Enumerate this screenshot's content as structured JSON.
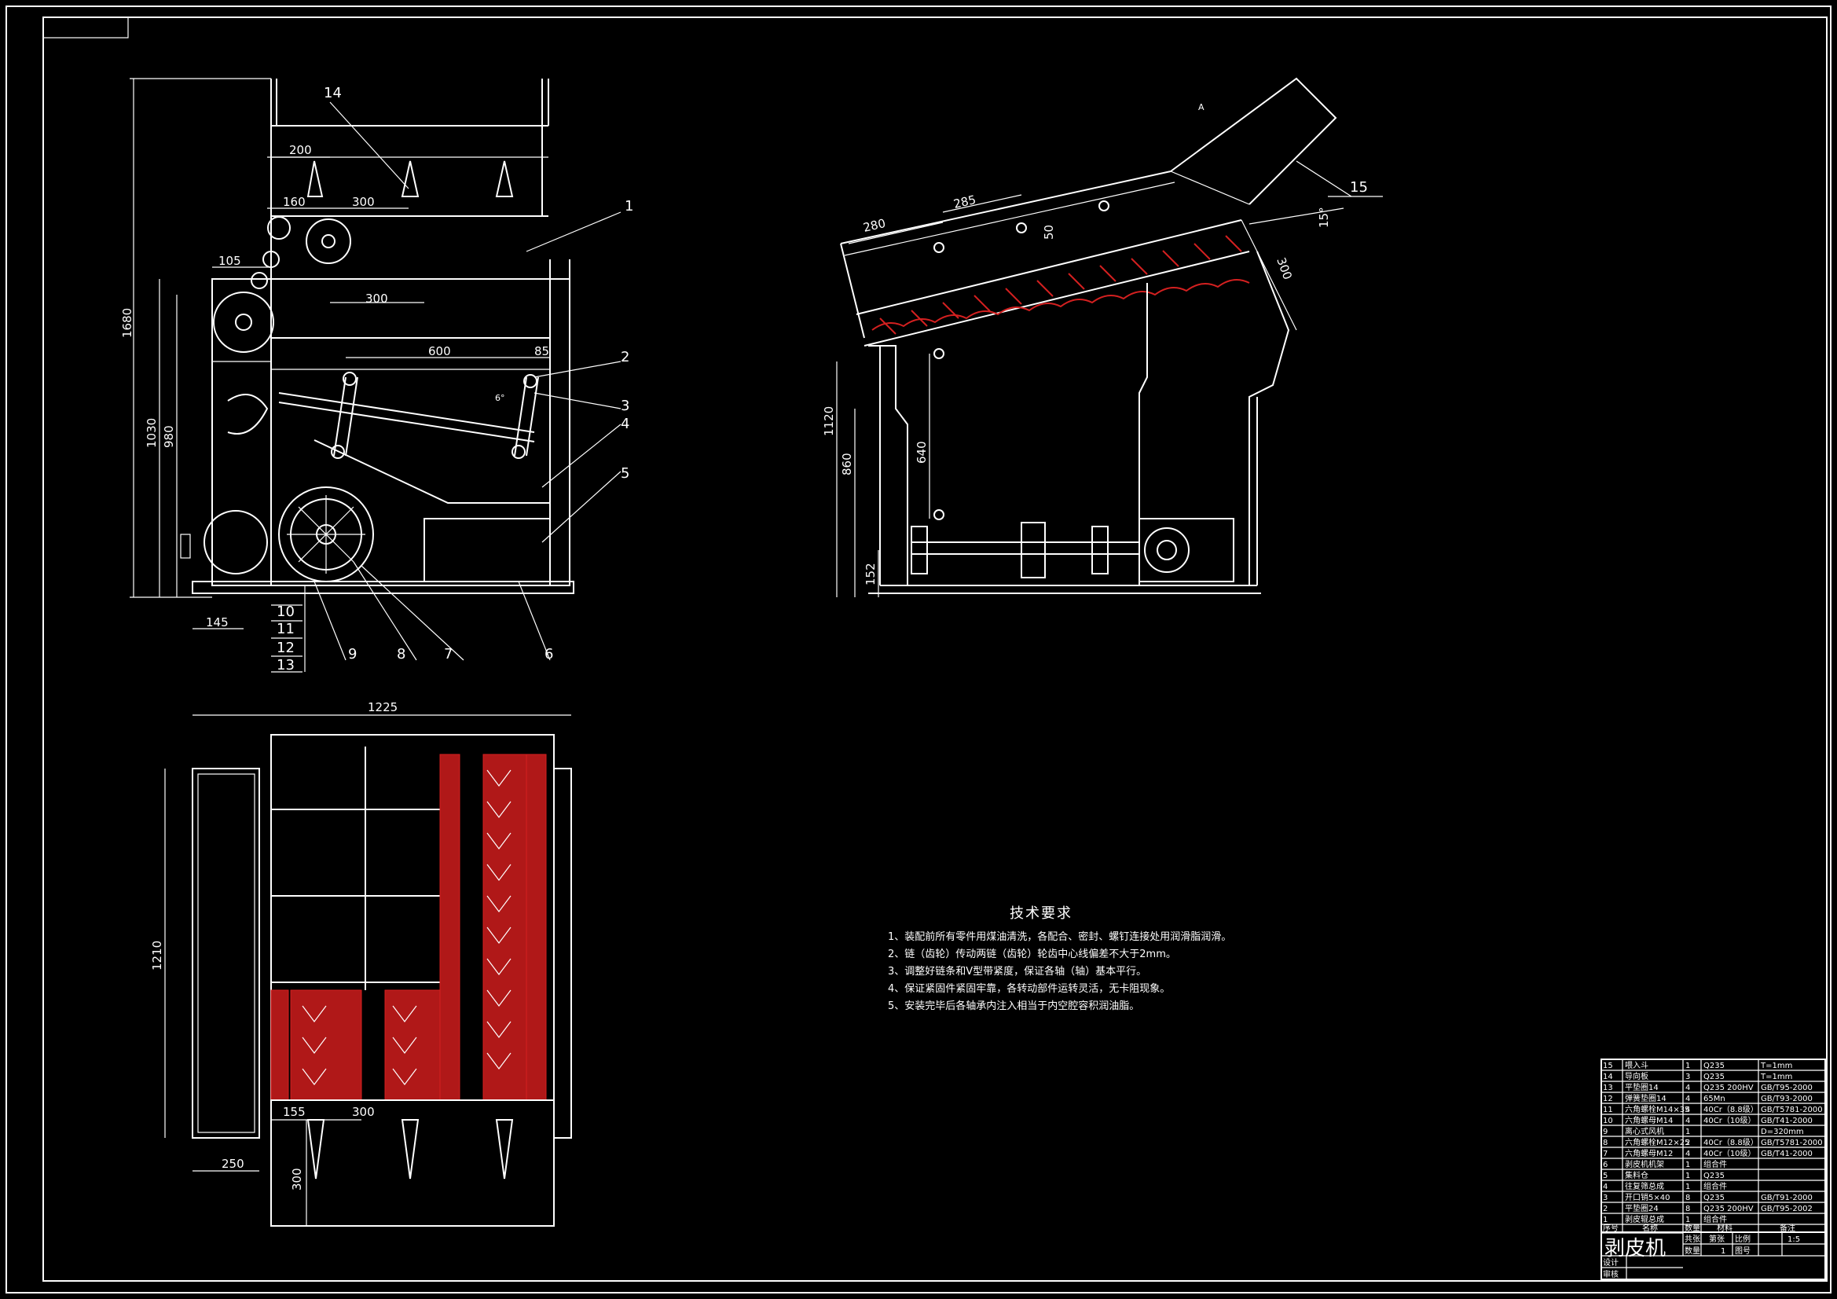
{
  "dimensions": {
    "front": [
      "200",
      "160",
      "300",
      "105",
      "300",
      "1680",
      "1030",
      "980",
      "600",
      "85",
      "145",
      "6°"
    ],
    "side": [
      "280",
      "285",
      "50",
      "15°",
      "300",
      "1120",
      "860",
      "640",
      "152",
      "A"
    ],
    "top": [
      "1225",
      "1210",
      "155",
      "300",
      "250",
      "300"
    ]
  },
  "callouts": [
    "1",
    "2",
    "3",
    "4",
    "5",
    "6",
    "7",
    "8",
    "9",
    "10",
    "11",
    "12",
    "13",
    "14",
    "15"
  ],
  "tech_requirements": {
    "title": "技术要求",
    "items": [
      "1、装配前所有零件用煤油清洗，各配合、密封、螺钉连接处用润滑脂润滑。",
      "2、链（齿轮）传动两链（齿轮）轮齿中心线偏差不大于2mm。",
      "3、调整好链条和V型带紧度，保证各轴（轴）基本平行。",
      "4、保证紧固件紧固牢靠，各转动部件运转灵活，无卡阻现象。",
      "5、安装完毕后各轴承内注入相当于内空腔容积润油脂。"
    ]
  },
  "bom": {
    "rows": [
      [
        "15",
        "喂入斗",
        "1",
        "Q235",
        "T=1mm"
      ],
      [
        "14",
        "导向板",
        "3",
        "Q235",
        "T=1mm"
      ],
      [
        "13",
        "平垫圈14",
        "4",
        "Q235 200HV",
        "GB/T95-2000"
      ],
      [
        "12",
        "弹簧垫圈14",
        "4",
        "65Mn",
        "GB/T93-2000"
      ],
      [
        "11",
        "六角螺栓M14×35",
        "4",
        "40Cr（8.8级）",
        "GB/T5781-2000"
      ],
      [
        "10",
        "六角螺母M14",
        "4",
        "40Cr（10级）",
        "GB/T41-2000"
      ],
      [
        "9",
        "离心式风机",
        "1",
        "",
        "D=320mm"
      ],
      [
        "8",
        "六角螺栓M12×25",
        "2",
        "40Cr（8.8级）",
        "GB/T5781-2000"
      ],
      [
        "7",
        "六角螺母M12",
        "4",
        "40Cr（10级）",
        "GB/T41-2000"
      ],
      [
        "6",
        "剥皮机机架",
        "1",
        "组合件",
        ""
      ],
      [
        "5",
        "集料仓",
        "1",
        "Q235",
        ""
      ],
      [
        "4",
        "往复筛总成",
        "1",
        "组合件",
        ""
      ],
      [
        "3",
        "开口销5×40",
        "8",
        "Q235",
        "GB/T91-2000"
      ],
      [
        "2",
        "平垫圈24",
        "8",
        "Q235 200HV",
        "GB/T95-2002"
      ],
      [
        "1",
        "剥皮辊总成",
        "1",
        "组合件",
        ""
      ]
    ],
    "header": [
      "序号",
      "名称",
      "数量",
      "材料",
      "备注"
    ],
    "title": "剥皮机",
    "info": [
      "共张",
      "第张",
      "比例",
      "1:5",
      "数量",
      "1",
      "图号",
      "设计",
      "审核"
    ]
  }
}
